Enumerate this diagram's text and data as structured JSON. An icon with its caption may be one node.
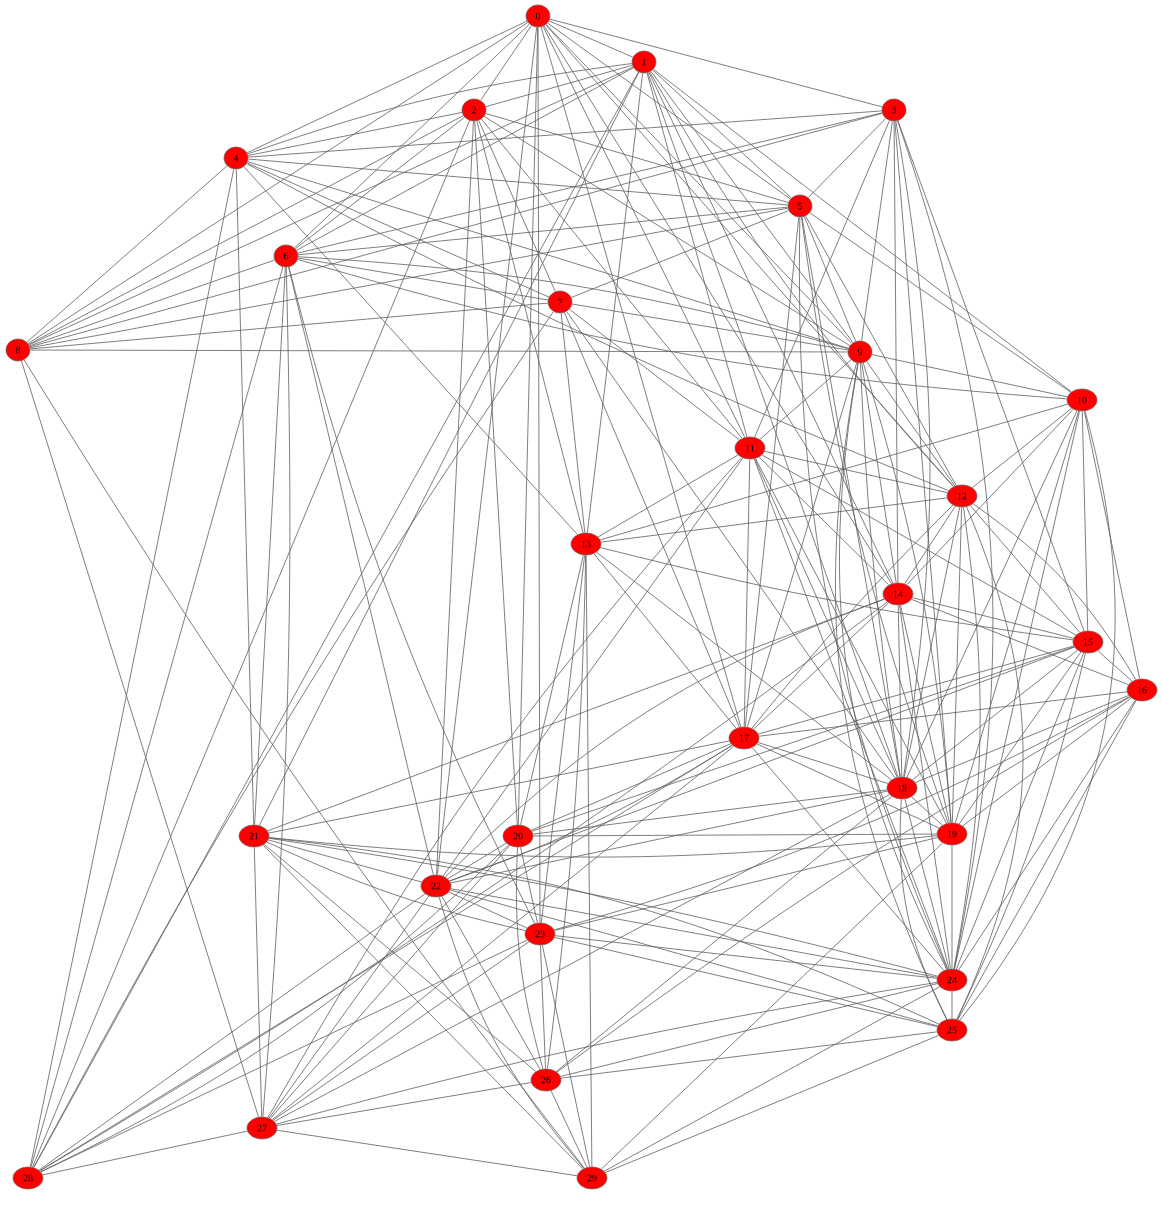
{
  "diagram": {
    "nodes": [
      {
        "text": [
          "0"
        ]
      },
      {
        "text": [
          "1"
        ]
      },
      {
        "text": [
          "2"
        ]
      },
      {
        "text": [
          "3"
        ]
      },
      {
        "text": [
          "4"
        ]
      },
      {
        "text": [
          "5"
        ]
      },
      {
        "text": [
          "6"
        ]
      },
      {
        "text": [
          "7"
        ]
      },
      {
        "text": [
          "8"
        ]
      },
      {
        "text": [
          "9"
        ]
      },
      {
        "text": [
          "10"
        ]
      },
      {
        "text": [
          "11"
        ]
      },
      {
        "text": [
          "12"
        ]
      },
      {
        "text": [
          "13"
        ]
      },
      {
        "text": [
          "14"
        ]
      },
      {
        "text": [
          "15"
        ]
      },
      {
        "text": [
          "16"
        ]
      },
      {
        "text": [
          "17"
        ]
      },
      {
        "text": [
          "18"
        ]
      },
      {
        "text": [
          "19"
        ]
      },
      {
        "text": [
          "20"
        ]
      },
      {
        "text": [
          "21"
        ]
      },
      {
        "text": [
          "22"
        ]
      },
      {
        "text": [
          "23"
        ]
      },
      {
        "text": [
          "24"
        ]
      },
      {
        "text": [
          "25"
        ]
      },
      {
        "text": [
          "26"
        ]
      },
      {
        "text": [
          "27"
        ]
      },
      {
        "text": [
          "28"
        ]
      },
      {
        "text": [
          "29"
        ]
      }
    ],
    "edges": [
      {
        "from": 0,
        "to": 1,
        "arrow": "none"
      },
      {
        "from": 0,
        "to": 2,
        "arrow": "none"
      },
      {
        "from": 0,
        "to": 3,
        "arrow": "none"
      },
      {
        "from": 0,
        "to": 4,
        "arrow": "none"
      },
      {
        "from": 0,
        "to": 5,
        "arrow": "none"
      },
      {
        "from": 0,
        "to": 6,
        "arrow": "none"
      },
      {
        "from": 0,
        "to": 8,
        "arrow": "none"
      },
      {
        "from": 0,
        "to": 9,
        "arrow": "none"
      },
      {
        "from": 0,
        "to": 11,
        "arrow": "none"
      },
      {
        "from": 0,
        "to": 12,
        "arrow": "none"
      },
      {
        "from": 0,
        "to": 14,
        "arrow": "none"
      },
      {
        "from": 0,
        "to": 17,
        "arrow": "none"
      },
      {
        "from": 0,
        "to": 20,
        "arrow": "none"
      },
      {
        "from": 0,
        "to": 22,
        "arrow": "none"
      },
      {
        "from": 0,
        "to": 23,
        "arrow": "none"
      },
      {
        "from": 1,
        "to": 2,
        "arrow": "none"
      },
      {
        "from": 1,
        "to": 4,
        "arrow": "none"
      },
      {
        "from": 1,
        "to": 5,
        "arrow": "none"
      },
      {
        "from": 1,
        "to": 6,
        "arrow": "none"
      },
      {
        "from": 1,
        "to": 8,
        "arrow": "none"
      },
      {
        "from": 1,
        "to": 9,
        "arrow": "none"
      },
      {
        "from": 1,
        "to": 10,
        "arrow": "none"
      },
      {
        "from": 1,
        "to": 11,
        "arrow": "none"
      },
      {
        "from": 1,
        "to": 12,
        "arrow": "none"
      },
      {
        "from": 1,
        "to": 13,
        "arrow": "none"
      },
      {
        "from": 1,
        "to": 14,
        "arrow": "none"
      },
      {
        "from": 1,
        "to": 18,
        "arrow": "none"
      },
      {
        "from": 1,
        "to": 21,
        "arrow": "none"
      },
      {
        "from": 1,
        "to": 28,
        "arrow": "none"
      },
      {
        "from": 2,
        "to": 4,
        "arrow": "none"
      },
      {
        "from": 2,
        "to": 5,
        "arrow": "none"
      },
      {
        "from": 2,
        "to": 6,
        "arrow": "none"
      },
      {
        "from": 2,
        "to": 7,
        "arrow": "none"
      },
      {
        "from": 2,
        "to": 8,
        "arrow": "none"
      },
      {
        "from": 2,
        "to": 9,
        "arrow": "none"
      },
      {
        "from": 2,
        "to": 11,
        "arrow": "none"
      },
      {
        "from": 2,
        "to": 13,
        "arrow": "none"
      },
      {
        "from": 2,
        "to": 20,
        "arrow": "none"
      },
      {
        "from": 2,
        "to": 22,
        "arrow": "none"
      },
      {
        "from": 2,
        "to": 28,
        "arrow": "none"
      },
      {
        "from": 3,
        "to": 4,
        "arrow": "none"
      },
      {
        "from": 3,
        "to": 5,
        "arrow": "none"
      },
      {
        "from": 3,
        "to": 6,
        "arrow": "none"
      },
      {
        "from": 3,
        "to": 8,
        "arrow": "none"
      },
      {
        "from": 3,
        "to": 9,
        "arrow": "none"
      },
      {
        "from": 3,
        "to": 11,
        "arrow": "none"
      },
      {
        "from": 3,
        "to": 14,
        "arrow": "none"
      },
      {
        "from": 3,
        "to": 15,
        "arrow": "none"
      },
      {
        "from": 3,
        "to": 18,
        "arrow": "none"
      },
      {
        "from": 3,
        "to": 19,
        "arrow": "none"
      },
      {
        "from": 3,
        "to": 24,
        "arrow": "none"
      },
      {
        "from": 4,
        "to": 5,
        "arrow": "none"
      },
      {
        "from": 4,
        "to": 7,
        "arrow": "none"
      },
      {
        "from": 4,
        "to": 8,
        "arrow": "none"
      },
      {
        "from": 4,
        "to": 9,
        "arrow": "none"
      },
      {
        "from": 4,
        "to": 12,
        "arrow": "none"
      },
      {
        "from": 4,
        "to": 13,
        "arrow": "none"
      },
      {
        "from": 4,
        "to": 21,
        "arrow": "none"
      },
      {
        "from": 4,
        "to": 28,
        "arrow": "none"
      },
      {
        "from": 5,
        "to": 6,
        "arrow": "none"
      },
      {
        "from": 5,
        "to": 7,
        "arrow": "none"
      },
      {
        "from": 5,
        "to": 8,
        "arrow": "none"
      },
      {
        "from": 5,
        "to": 9,
        "arrow": "none"
      },
      {
        "from": 5,
        "to": 10,
        "arrow": "none"
      },
      {
        "from": 5,
        "to": 12,
        "arrow": "none"
      },
      {
        "from": 5,
        "to": 17,
        "arrow": "none"
      },
      {
        "from": 5,
        "to": 18,
        "arrow": "none"
      },
      {
        "from": 5,
        "to": 19,
        "arrow": "none"
      },
      {
        "from": 5,
        "to": 24,
        "arrow": "none"
      },
      {
        "from": 6,
        "to": 7,
        "arrow": "none"
      },
      {
        "from": 6,
        "to": 8,
        "arrow": "none"
      },
      {
        "from": 6,
        "to": 9,
        "arrow": "none"
      },
      {
        "from": 6,
        "to": 10,
        "arrow": "none"
      },
      {
        "from": 6,
        "to": 21,
        "arrow": "none"
      },
      {
        "from": 6,
        "to": 22,
        "arrow": "none"
      },
      {
        "from": 6,
        "to": 23,
        "arrow": "none"
      },
      {
        "from": 6,
        "to": 27,
        "arrow": "none"
      },
      {
        "from": 6,
        "to": 28,
        "arrow": "none"
      },
      {
        "from": 7,
        "to": 8,
        "arrow": "none"
      },
      {
        "from": 7,
        "to": 9,
        "arrow": "none"
      },
      {
        "from": 7,
        "to": 11,
        "arrow": "none"
      },
      {
        "from": 7,
        "to": 13,
        "arrow": "none"
      },
      {
        "from": 7,
        "to": 17,
        "arrow": "none"
      },
      {
        "from": 7,
        "to": 18,
        "arrow": "none"
      },
      {
        "from": 7,
        "to": 28,
        "arrow": "none"
      },
      {
        "from": 8,
        "to": 9,
        "arrow": "none"
      },
      {
        "from": 8,
        "to": 27,
        "arrow": "none"
      },
      {
        "from": 8,
        "to": 29,
        "arrow": "none"
      },
      {
        "from": 9,
        "to": 10,
        "arrow": "none"
      },
      {
        "from": 9,
        "to": 11,
        "arrow": "none"
      },
      {
        "from": 9,
        "to": 12,
        "arrow": "none"
      },
      {
        "from": 9,
        "to": 14,
        "arrow": "none"
      },
      {
        "from": 9,
        "to": 17,
        "arrow": "none"
      },
      {
        "from": 9,
        "to": 18,
        "arrow": "none"
      },
      {
        "from": 9,
        "to": 19,
        "arrow": "none"
      },
      {
        "from": 9,
        "to": 24,
        "arrow": "none"
      },
      {
        "from": 9,
        "to": 25,
        "arrow": "none"
      },
      {
        "from": 10,
        "to": 12,
        "arrow": "none"
      },
      {
        "from": 10,
        "to": 13,
        "arrow": "none"
      },
      {
        "from": 10,
        "to": 14,
        "arrow": "none"
      },
      {
        "from": 10,
        "to": 15,
        "arrow": "none"
      },
      {
        "from": 10,
        "to": 16,
        "arrow": "none"
      },
      {
        "from": 10,
        "to": 18,
        "arrow": "none"
      },
      {
        "from": 10,
        "to": 19,
        "arrow": "none"
      },
      {
        "from": 10,
        "to": 24,
        "arrow": "none"
      },
      {
        "from": 10,
        "to": 25,
        "arrow": "none"
      },
      {
        "from": 11,
        "to": 12,
        "arrow": "none"
      },
      {
        "from": 11,
        "to": 13,
        "arrow": "none"
      },
      {
        "from": 11,
        "to": 14,
        "arrow": "none"
      },
      {
        "from": 11,
        "to": 15,
        "arrow": "none"
      },
      {
        "from": 11,
        "to": 17,
        "arrow": "none"
      },
      {
        "from": 11,
        "to": 18,
        "arrow": "none"
      },
      {
        "from": 11,
        "to": 19,
        "arrow": "none"
      },
      {
        "from": 11,
        "to": 22,
        "arrow": "none"
      },
      {
        "from": 11,
        "to": 24,
        "arrow": "none"
      },
      {
        "from": 11,
        "to": 27,
        "arrow": "none"
      },
      {
        "from": 12,
        "to": 13,
        "arrow": "none"
      },
      {
        "from": 12,
        "to": 14,
        "arrow": "none"
      },
      {
        "from": 12,
        "to": 15,
        "arrow": "none"
      },
      {
        "from": 12,
        "to": 16,
        "arrow": "none"
      },
      {
        "from": 12,
        "to": 17,
        "arrow": "none"
      },
      {
        "from": 12,
        "to": 18,
        "arrow": "none"
      },
      {
        "from": 12,
        "to": 19,
        "arrow": "none"
      },
      {
        "from": 12,
        "to": 24,
        "arrow": "none"
      },
      {
        "from": 12,
        "to": 25,
        "arrow": "none"
      },
      {
        "from": 13,
        "to": 15,
        "arrow": "none"
      },
      {
        "from": 13,
        "to": 17,
        "arrow": "none"
      },
      {
        "from": 13,
        "to": 18,
        "arrow": "none"
      },
      {
        "from": 13,
        "to": 20,
        "arrow": "none"
      },
      {
        "from": 13,
        "to": 23,
        "arrow": "none"
      },
      {
        "from": 13,
        "to": 26,
        "arrow": "none"
      },
      {
        "from": 13,
        "to": 29,
        "arrow": "none"
      },
      {
        "from": 14,
        "to": 15,
        "arrow": "none"
      },
      {
        "from": 14,
        "to": 16,
        "arrow": "none"
      },
      {
        "from": 14,
        "to": 17,
        "arrow": "none"
      },
      {
        "from": 14,
        "to": 18,
        "arrow": "none"
      },
      {
        "from": 14,
        "to": 19,
        "arrow": "none"
      },
      {
        "from": 14,
        "to": 21,
        "arrow": "none"
      },
      {
        "from": 14,
        "to": 22,
        "arrow": "none"
      },
      {
        "from": 14,
        "to": 24,
        "arrow": "none"
      },
      {
        "from": 14,
        "to": 28,
        "arrow": "none"
      },
      {
        "from": 15,
        "to": 16,
        "arrow": "none"
      },
      {
        "from": 15,
        "to": 17,
        "arrow": "none"
      },
      {
        "from": 15,
        "to": 18,
        "arrow": "none"
      },
      {
        "from": 15,
        "to": 19,
        "arrow": "none"
      },
      {
        "from": 15,
        "to": 20,
        "arrow": "none"
      },
      {
        "from": 15,
        "to": 22,
        "arrow": "none"
      },
      {
        "from": 15,
        "to": 24,
        "arrow": "none"
      },
      {
        "from": 15,
        "to": 25,
        "arrow": "none"
      },
      {
        "from": 16,
        "to": 17,
        "arrow": "none"
      },
      {
        "from": 16,
        "to": 18,
        "arrow": "none"
      },
      {
        "from": 16,
        "to": 19,
        "arrow": "none"
      },
      {
        "from": 16,
        "to": 23,
        "arrow": "none"
      },
      {
        "from": 16,
        "to": 24,
        "arrow": "none"
      },
      {
        "from": 16,
        "to": 25,
        "arrow": "none"
      },
      {
        "from": 16,
        "to": 26,
        "arrow": "none"
      },
      {
        "from": 17,
        "to": 18,
        "arrow": "none"
      },
      {
        "from": 17,
        "to": 19,
        "arrow": "none"
      },
      {
        "from": 17,
        "to": 20,
        "arrow": "none"
      },
      {
        "from": 17,
        "to": 21,
        "arrow": "none"
      },
      {
        "from": 17,
        "to": 22,
        "arrow": "none"
      },
      {
        "from": 17,
        "to": 24,
        "arrow": "none"
      },
      {
        "from": 17,
        "to": 27,
        "arrow": "none"
      },
      {
        "from": 17,
        "to": 28,
        "arrow": "none"
      },
      {
        "from": 18,
        "to": 19,
        "arrow": "none"
      },
      {
        "from": 18,
        "to": 20,
        "arrow": "none"
      },
      {
        "from": 18,
        "to": 22,
        "arrow": "none"
      },
      {
        "from": 18,
        "to": 24,
        "arrow": "none"
      },
      {
        "from": 18,
        "to": 25,
        "arrow": "none"
      },
      {
        "from": 18,
        "to": 26,
        "arrow": "none"
      },
      {
        "from": 18,
        "to": 27,
        "arrow": "none"
      },
      {
        "from": 19,
        "to": 20,
        "arrow": "none"
      },
      {
        "from": 19,
        "to": 21,
        "arrow": "none"
      },
      {
        "from": 19,
        "to": 23,
        "arrow": "none"
      },
      {
        "from": 19,
        "to": 24,
        "arrow": "none"
      },
      {
        "from": 19,
        "to": 29,
        "arrow": "none"
      },
      {
        "from": 20,
        "to": 22,
        "arrow": "none"
      },
      {
        "from": 20,
        "to": 23,
        "arrow": "none"
      },
      {
        "from": 20,
        "to": 26,
        "arrow": "none"
      },
      {
        "from": 20,
        "to": 27,
        "arrow": "none"
      },
      {
        "from": 20,
        "to": 28,
        "arrow": "none"
      },
      {
        "from": 21,
        "to": 22,
        "arrow": "none"
      },
      {
        "from": 21,
        "to": 23,
        "arrow": "none"
      },
      {
        "from": 21,
        "to": 24,
        "arrow": "none"
      },
      {
        "from": 21,
        "to": 25,
        "arrow": "none"
      },
      {
        "from": 21,
        "to": 26,
        "arrow": "none"
      },
      {
        "from": 21,
        "to": 27,
        "arrow": "none"
      },
      {
        "from": 21,
        "to": 29,
        "arrow": "none"
      },
      {
        "from": 22,
        "to": 23,
        "arrow": "none"
      },
      {
        "from": 22,
        "to": 24,
        "arrow": "none"
      },
      {
        "from": 22,
        "to": 25,
        "arrow": "none"
      },
      {
        "from": 22,
        "to": 26,
        "arrow": "none"
      },
      {
        "from": 22,
        "to": 27,
        "arrow": "none"
      },
      {
        "from": 22,
        "to": 28,
        "arrow": "none"
      },
      {
        "from": 22,
        "to": 29,
        "arrow": "none"
      },
      {
        "from": 23,
        "to": 24,
        "arrow": "none"
      },
      {
        "from": 23,
        "to": 25,
        "arrow": "none"
      },
      {
        "from": 23,
        "to": 26,
        "arrow": "none"
      },
      {
        "from": 23,
        "to": 27,
        "arrow": "none"
      },
      {
        "from": 23,
        "to": 28,
        "arrow": "none"
      },
      {
        "from": 23,
        "to": 29,
        "arrow": "none"
      },
      {
        "from": 24,
        "to": 25,
        "arrow": "none"
      },
      {
        "from": 24,
        "to": 26,
        "arrow": "none"
      },
      {
        "from": 24,
        "to": 27,
        "arrow": "none"
      },
      {
        "from": 24,
        "to": 29,
        "arrow": "none"
      },
      {
        "from": 25,
        "to": 26,
        "arrow": "none"
      },
      {
        "from": 25,
        "to": 29,
        "arrow": "none"
      },
      {
        "from": 26,
        "to": 27,
        "arrow": "none"
      },
      {
        "from": 26,
        "to": 29,
        "arrow": "none"
      },
      {
        "from": 27,
        "to": 28,
        "arrow": "none"
      },
      {
        "from": 27,
        "to": 29,
        "arrow": "none"
      }
    ]
  }
}
